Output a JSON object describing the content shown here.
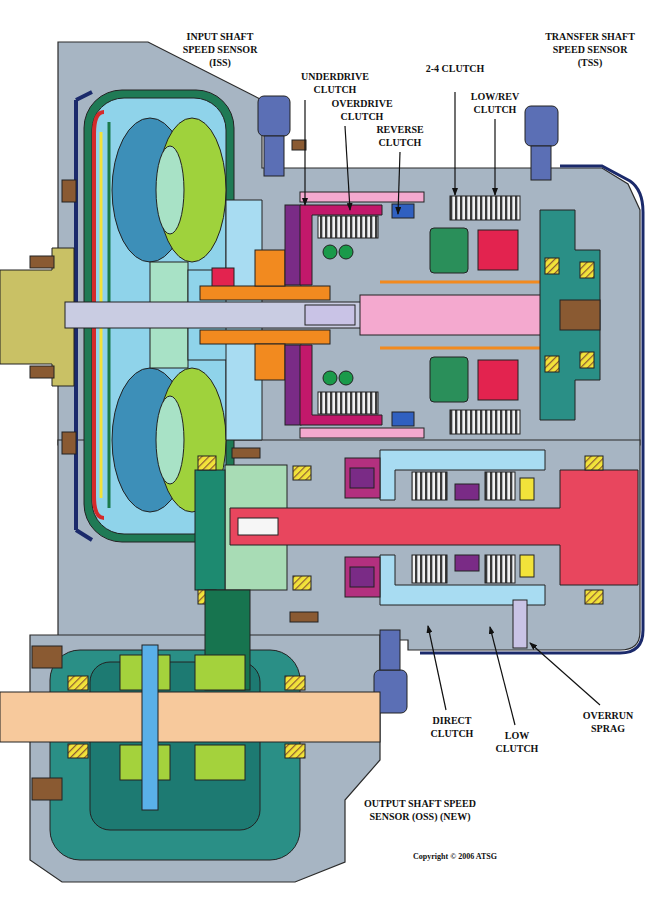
{
  "diagram": {
    "labels": [
      "INPUT SHAFT SPEED SENSOR (ISS)",
      "UNDERDRIVE CLUTCH",
      "OVERDRIVE CLUTCH",
      "REVERSE CLUTCH",
      "2-4 CLUTCH",
      "LOW/REV CLUTCH",
      "TRANSFER SHAFT SPEED SENSOR (TSS)",
      "DIRECT CLUTCH",
      "LOW CLUTCH",
      "OVERRUN SPRAG",
      "OUTPUT SHAFT SPEED SENSOR (OSS) (NEW)",
      "Copyright © 2006 ATSG"
    ]
  }
}
